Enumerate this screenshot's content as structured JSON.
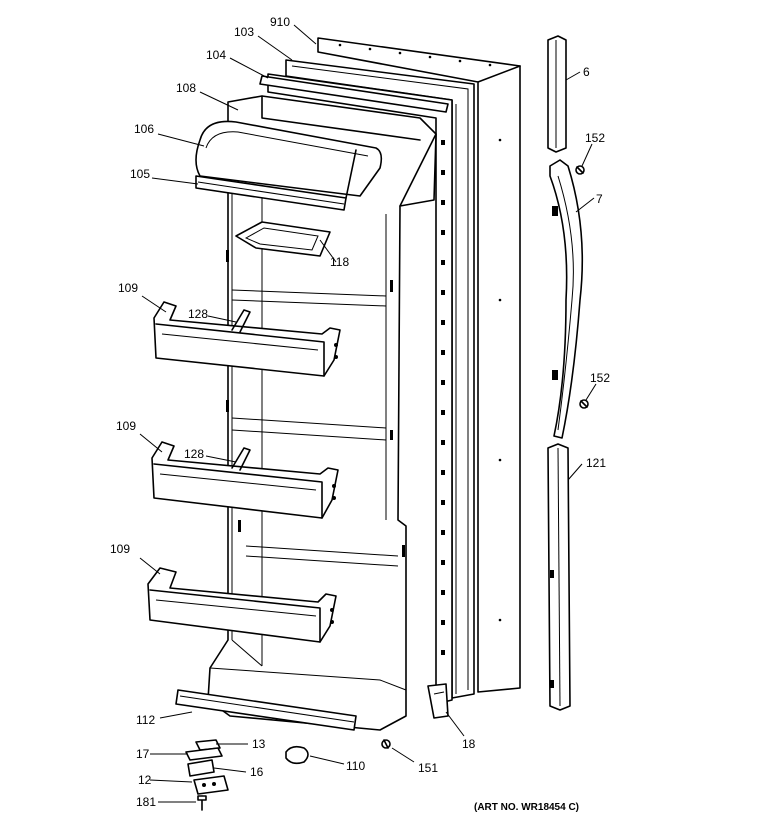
{
  "labels": {
    "l910": "910",
    "l103": "103",
    "l104": "104",
    "l108": "108",
    "l106": "106",
    "l105": "105",
    "l118": "118",
    "l109a": "109",
    "l128a": "128",
    "l109b": "109",
    "l128b": "128",
    "l109c": "109",
    "l112": "112",
    "l13": "13",
    "l17": "17",
    "l16": "16",
    "l12": "12",
    "l181": "181",
    "l110": "110",
    "l151": "151",
    "l18": "18",
    "l6": "6",
    "l152a": "152",
    "l7": "7",
    "l152b": "152",
    "l121": "121"
  },
  "art_number": "(ART NO. WR18454 C)"
}
